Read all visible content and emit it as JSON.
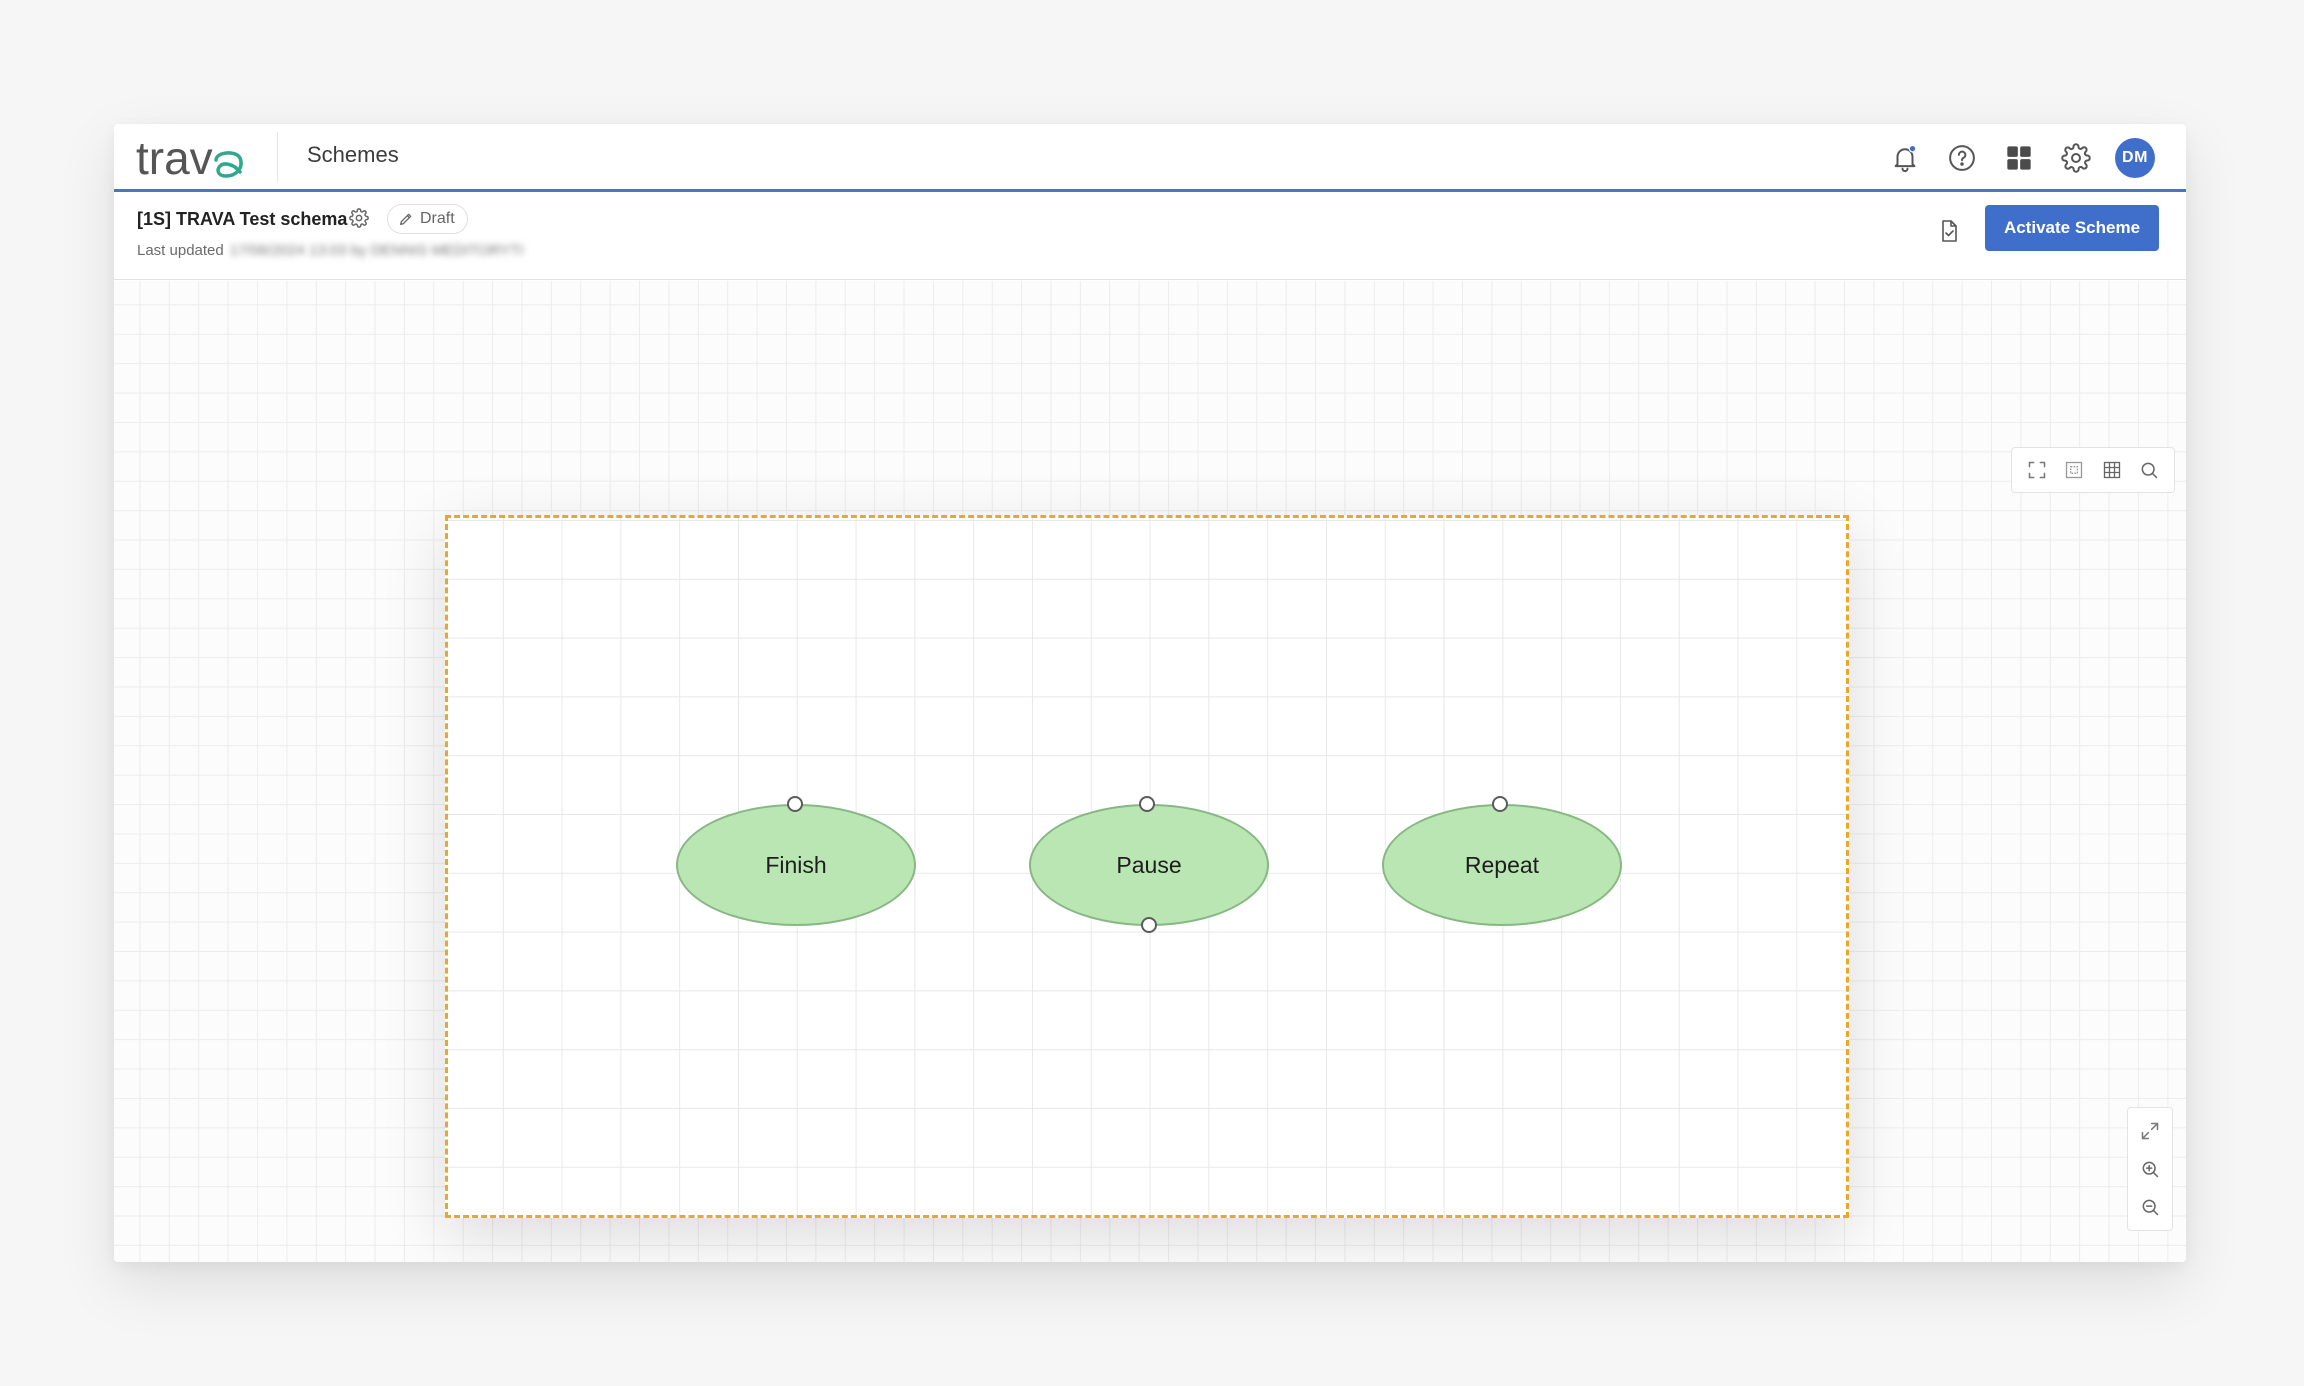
{
  "header": {
    "logo_text": "trava",
    "section_title": "Schemes",
    "icons": [
      "bell-icon",
      "help-icon",
      "apps-grid-icon",
      "gear-icon"
    ],
    "notification_dot_color": "#3f6fcb",
    "user_initials": "DM"
  },
  "schema": {
    "title": "[1S] TRAVA Test schema",
    "status_label": "Draft",
    "last_updated_label": "Last updated",
    "last_updated_value": "17/06/2024 13:03 by DENNIS MEDITORYTI"
  },
  "toolbar": {
    "icons": [
      "validate-document-icon",
      "save-icon",
      "more-icon"
    ],
    "activate_label": "Activate Scheme"
  },
  "canvas": {
    "tools": [
      "fullscreen-icon",
      "fit-page-icon",
      "grid-icon",
      "search-icon"
    ],
    "zoom_tools": [
      "expand-icon",
      "zoom-in-icon",
      "zoom-out-icon"
    ],
    "nodes": [
      {
        "label": "Finish",
        "color": "#b9e6b3"
      },
      {
        "label": "Pause",
        "color": "#b9e6b3"
      },
      {
        "label": "Repeat",
        "color": "#b9e6b3"
      }
    ],
    "page_border_color": "#e8a82a",
    "accent": "#3f6fcb"
  }
}
